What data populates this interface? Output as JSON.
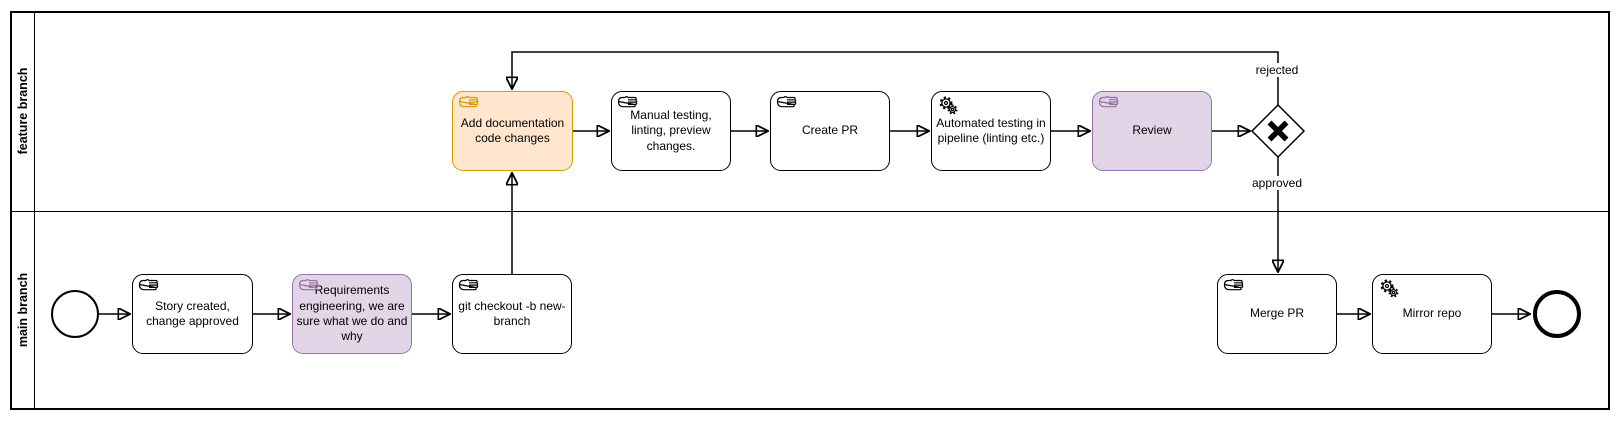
{
  "pool": {
    "lanes": [
      {
        "name": "feature branch"
      },
      {
        "name": "main branch"
      }
    ]
  },
  "nodes": {
    "start_event": {
      "type": "start-event"
    },
    "story_created": {
      "label": "Story created, change approved",
      "task_type": "manual"
    },
    "requirements_engineering": {
      "label": "Requirements engineering, we are sure what we do and why",
      "task_type": "manual"
    },
    "git_checkout": {
      "label": "git checkout -b new-branch",
      "task_type": "manual"
    },
    "add_documentation": {
      "label": "Add documentation code changes",
      "task_type": "manual"
    },
    "manual_testing": {
      "label": "Manual testing, linting, preview changes.",
      "task_type": "manual"
    },
    "create_pr": {
      "label": "Create PR",
      "task_type": "manual"
    },
    "automated_testing": {
      "label": "Automated testing in pipeline (linting etc.)",
      "task_type": "service"
    },
    "review": {
      "label": "Review",
      "task_type": "manual"
    },
    "decision_gateway": {
      "type": "exclusive-gateway"
    },
    "merge_pr": {
      "label": "Merge PR",
      "task_type": "manual"
    },
    "mirror_repo": {
      "label": "Mirror repo",
      "task_type": "service"
    },
    "end_event": {
      "type": "end-event"
    }
  },
  "edge_labels": {
    "rejected": "rejected",
    "approved": "approved"
  },
  "colors": {
    "highlight_orange_fill": "#ffe6cc",
    "highlight_orange_stroke": "#d79b00",
    "highlight_purple_fill": "#e1d5e7",
    "highlight_purple_stroke": "#9673a6",
    "default_stroke": "#000000",
    "background": "#ffffff"
  }
}
